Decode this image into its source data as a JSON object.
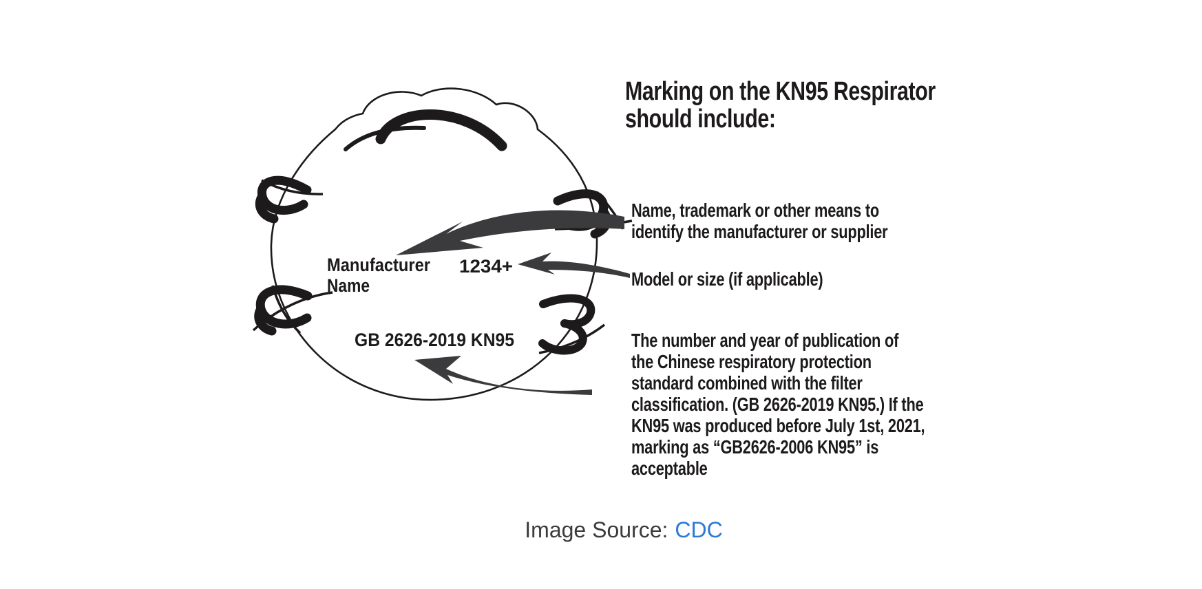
{
  "figure": {
    "heading": "Marking on the KN95 Respirator\nshould include:",
    "mask": {
      "manufacturer_line1": "Manufacturer",
      "manufacturer_line2": "Name",
      "model_number": "1234+",
      "standard_marking": "GB 2626-2019 KN95"
    },
    "annotations": [
      "Name, trademark or other means to\nidentify the manufacturer or supplier",
      "Model or size (if applicable)",
      "The number and year of publication of\nthe Chinese respiratory protection\nstandard combined with the filter\nclassification. (GB 2626-2019 KN95.) If the\nKN95 was produced before July 1st, 2021,\nmarking as “GB2626-2006 KN95” is\nacceptable"
    ],
    "colors": {
      "ink": "#1d1a1b",
      "arrow": "#3b3a3c"
    }
  },
  "caption": {
    "prefix": "Image Source:",
    "link_label": "CDC",
    "link_color": "#2979d8"
  }
}
